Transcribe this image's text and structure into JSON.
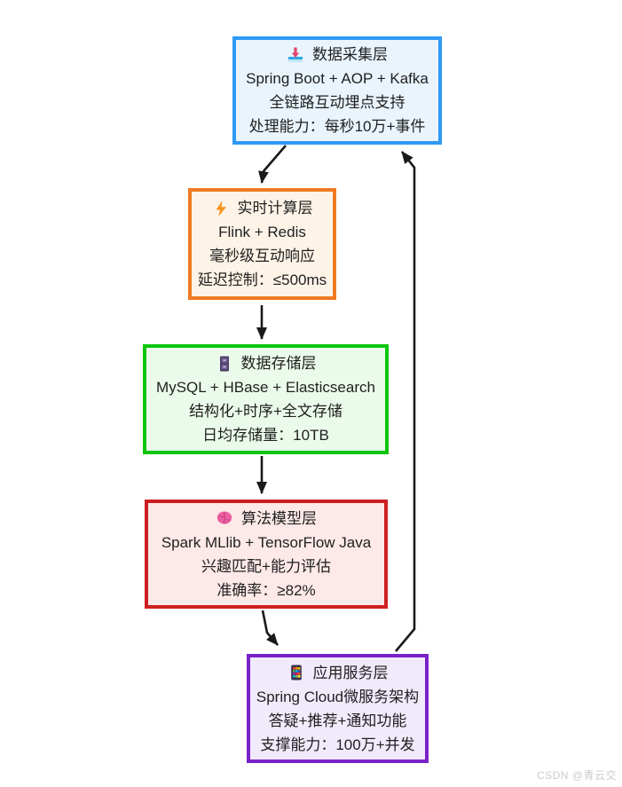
{
  "watermark": {
    "text": "CSDN @青云交",
    "color": "#cbcbcb"
  },
  "diagram": {
    "arrow_color": "#1a1a1a",
    "text_color": "#1f1f1f",
    "layers": [
      {
        "name": "data-collection-layer",
        "icon": "inbox-tray-icon",
        "title": "数据采集层",
        "lines": [
          "Spring Boot + AOP + Kafka",
          "全链路互动埋点支持",
          "处理能力：每秒10万+事件"
        ],
        "border_color": "#2e9af5",
        "fill_color": "#e9f4fd"
      },
      {
        "name": "realtime-compute-layer",
        "icon": "lightning-icon",
        "title": "实时计算层",
        "lines": [
          "Flink + Redis",
          "毫秒级互动响应",
          "延迟控制：≤500ms"
        ],
        "border_color": "#ef7a22",
        "fill_color": "#fdf3e7"
      },
      {
        "name": "data-storage-layer",
        "icon": "file-cabinet-icon",
        "title": "数据存储层",
        "lines": [
          "MySQL + HBase + Elasticsearch",
          "结构化+时序+全文存储",
          "日均存储量：10TB"
        ],
        "border_color": "#0cc50c",
        "fill_color": "#ebfbeb"
      },
      {
        "name": "algorithm-model-layer",
        "icon": "brain-icon",
        "title": "算法模型层",
        "lines": [
          "Spark MLlib + TensorFlow Java",
          "兴趣匹配+能力评估",
          "准确率：≥82%"
        ],
        "border_color": "#cd1f1f",
        "fill_color": "#fce9e8"
      },
      {
        "name": "application-service-layer",
        "icon": "app-grid-icon",
        "title": "应用服务层",
        "lines": [
          "Spring Cloud微服务架构",
          "答疑+推荐+通知功能",
          "支撑能力：100万+并发"
        ],
        "border_color": "#7a22c9",
        "fill_color": "#f1eafb"
      }
    ]
  }
}
